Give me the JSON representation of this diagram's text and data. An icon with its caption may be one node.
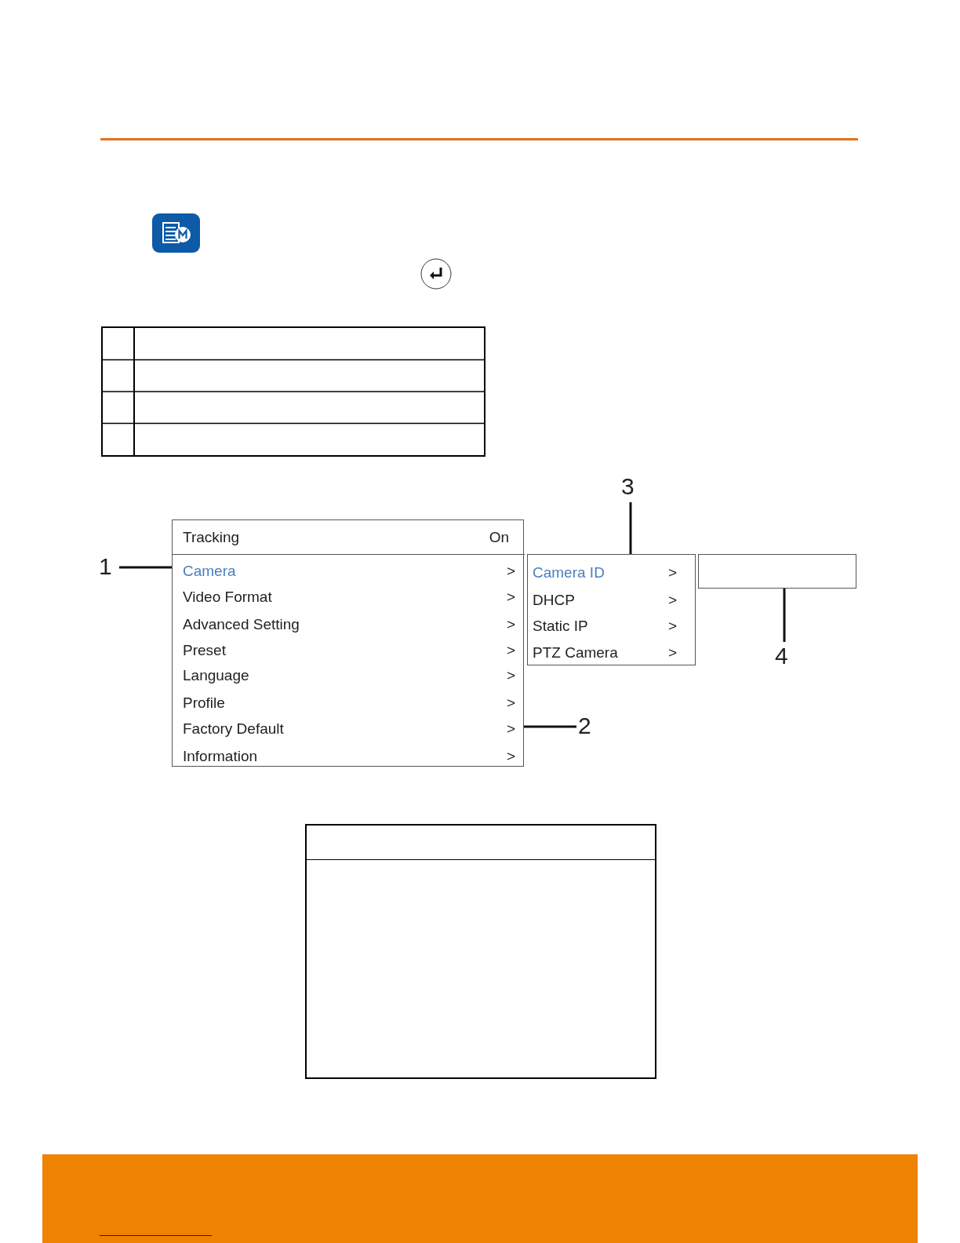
{
  "diagram": {
    "nodes": [
      {
        "text": [],
        "shape": "box"
      },
      {
        "text": [
          "Tracking",
          "On"
        ],
        "in": 0
      },
      {
        "text": [
          "Camera",
          ">"
        ],
        "in": 0
      },
      {
        "text": [
          "Video Format",
          ">"
        ],
        "in": 0
      },
      {
        "text": [
          "Advanced Setting",
          ">"
        ],
        "in": 0
      },
      {
        "text": [
          "Preset",
          ">"
        ],
        "in": 0
      },
      {
        "text": [
          "Language",
          ">"
        ],
        "in": 0
      },
      {
        "text": [
          "Profile",
          ">"
        ],
        "in": 0
      },
      {
        "text": [
          "Factory Default",
          ">"
        ],
        "in": 0
      },
      {
        "text": [
          "Information",
          ">"
        ],
        "in": 0
      },
      {
        "text": [],
        "shape": "box"
      },
      {
        "text": [
          "Camera ID",
          ">"
        ],
        "in": 10
      },
      {
        "text": [
          "DHCP",
          ">"
        ],
        "in": 10
      },
      {
        "text": [
          "Static IP",
          ">"
        ],
        "in": 10
      },
      {
        "text": [
          "PTZ Camera",
          ">"
        ],
        "in": 10
      },
      {
        "text": [],
        "shape": "box"
      },
      {
        "text": [
          "1"
        ]
      },
      {
        "text": [
          "2"
        ]
      },
      {
        "text": [
          "3"
        ]
      },
      {
        "text": [
          "4"
        ]
      }
    ],
    "edges": [
      {
        "from": 16,
        "to": 2,
        "arrow": "none"
      },
      {
        "from": 17,
        "to": 8,
        "arrow": "none"
      },
      {
        "from": 18,
        "to": 11,
        "arrow": "none"
      },
      {
        "from": 19,
        "to": 15,
        "arrow": "none"
      }
    ]
  }
}
